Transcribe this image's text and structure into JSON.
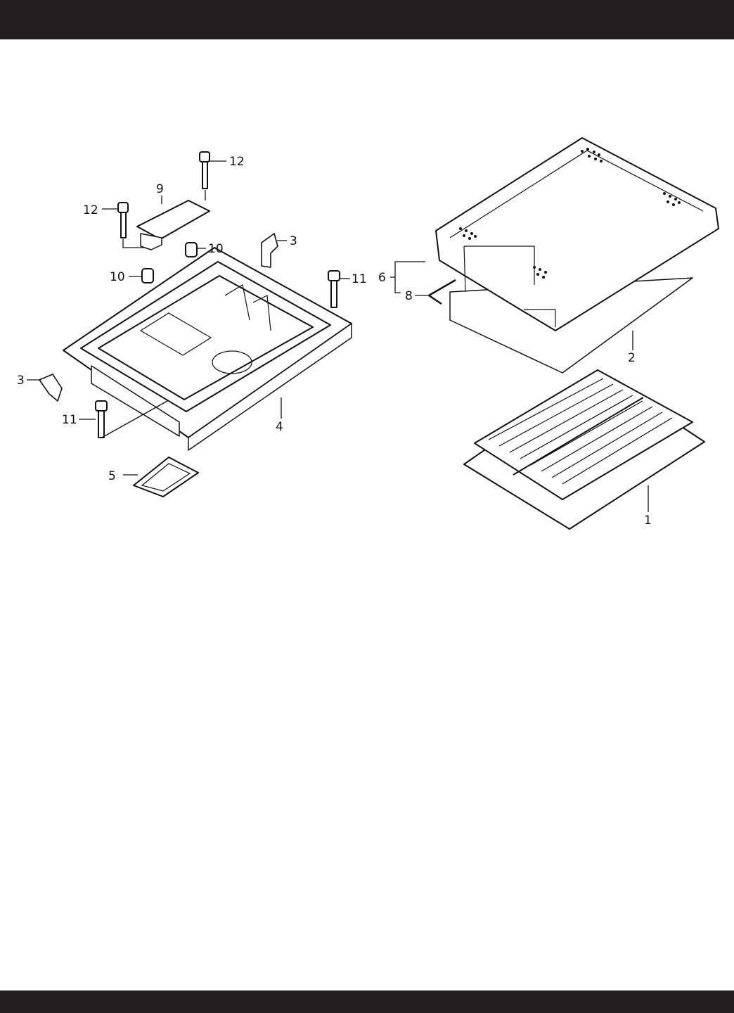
{
  "page": {
    "colors": {
      "band": "#231f20",
      "ink": "#111111",
      "paper": "#ffffff"
    }
  },
  "callouts": {
    "c1": "1",
    "c2": "2",
    "c3a": "3",
    "c3b": "3",
    "c4": "4",
    "c5": "5",
    "c6": "6",
    "c8": "8",
    "c9": "9",
    "c10a": "10",
    "c10b": "10",
    "c11a": "11",
    "c11b": "11",
    "c12a": "12",
    "c12b": "12"
  }
}
